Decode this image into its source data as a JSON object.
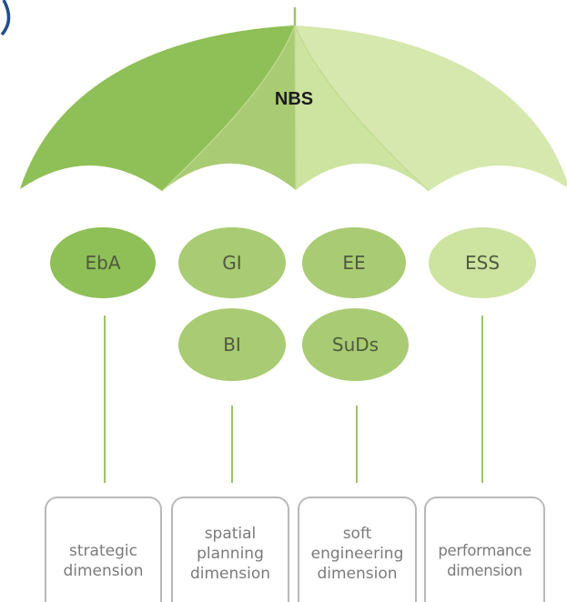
{
  "umbrella": {
    "label": "NBS",
    "colors": {
      "dark": "#8fbf57",
      "mid": "#a9cb73",
      "light": "#cde3a0",
      "lighter": "#d6e8ad"
    }
  },
  "approaches": [
    {
      "id": "EbA",
      "label": "EbA"
    },
    {
      "id": "GI",
      "label": "GI"
    },
    {
      "id": "EE",
      "label": "EE"
    },
    {
      "id": "ESS",
      "label": "ESS"
    },
    {
      "id": "BI",
      "label": "BI"
    },
    {
      "id": "SuDs",
      "label": "SuDs"
    }
  ],
  "dimensions": [
    {
      "label": "strategic\ndimension"
    },
    {
      "label": "spatial\nplanning\ndimension"
    },
    {
      "label": "soft\nengineering\ndimension"
    },
    {
      "label": "performance\ndimension"
    }
  ]
}
